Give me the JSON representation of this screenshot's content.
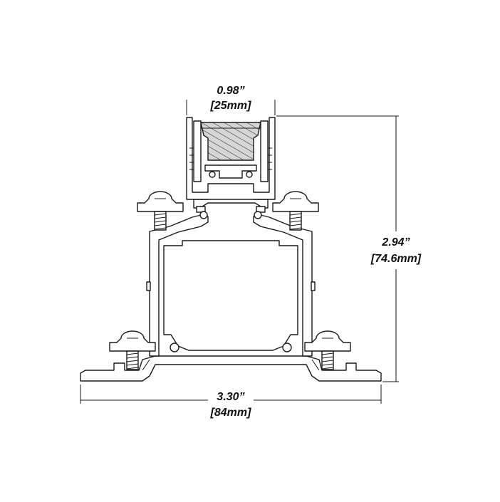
{
  "dimensions": {
    "top_width": {
      "inch": "0.98”",
      "mm": "[25mm]"
    },
    "height": {
      "inch": "2.94”",
      "mm": "[74.6mm]"
    },
    "base_width": {
      "inch": "3.30”",
      "mm": "[84mm]"
    }
  },
  "colors": {
    "line": "#1a1a1a",
    "hatch_fill": "#d6d6d6",
    "background": "#ffffff"
  }
}
